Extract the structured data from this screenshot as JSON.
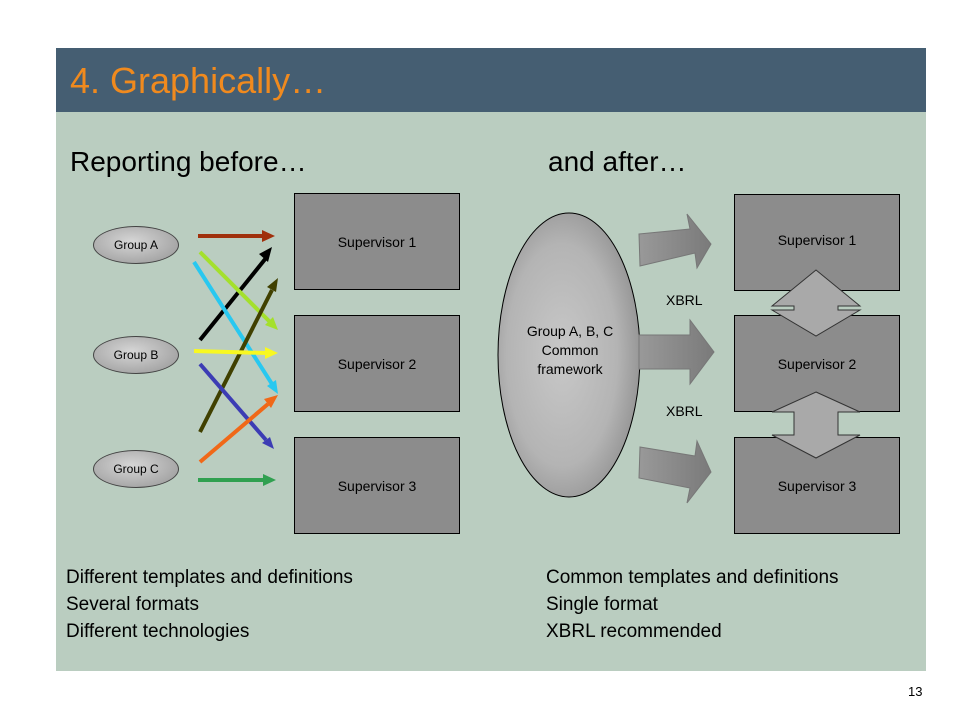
{
  "slide": {
    "title": "4. Graphically…",
    "page_number": "13"
  },
  "before": {
    "heading": "Reporting before…",
    "groups": [
      "Group A",
      "Group B",
      "Group C"
    ],
    "supervisors": [
      "Supervisor 1",
      "Supervisor 2",
      "Supervisor 3"
    ],
    "bullets": [
      "Different templates and definitions",
      "Several formats",
      "Different technologies"
    ]
  },
  "after": {
    "heading": "and after…",
    "framework_lines": [
      "Group A, B, C",
      "Common",
      "framework"
    ],
    "xbrl_labels": [
      "XBRL",
      "XBRL"
    ],
    "supervisors": [
      "Supervisor 1",
      "Supervisor 2",
      "Supervisor 3"
    ],
    "bullets": [
      "Common templates and definitions",
      "Single format",
      "XBRL recommended"
    ]
  },
  "colors": {
    "title_bar": "#455e72",
    "title_text": "#f08a1e",
    "slide_background": "#bacdc0",
    "box_fill": "#8c8c8c",
    "arrow_colors": [
      "#a0300c",
      "#000000",
      "#a4e02c",
      "#28c8f0",
      "#404000",
      "#f8f820",
      "#3c3cb4",
      "#f06818",
      "#30a050"
    ]
  }
}
